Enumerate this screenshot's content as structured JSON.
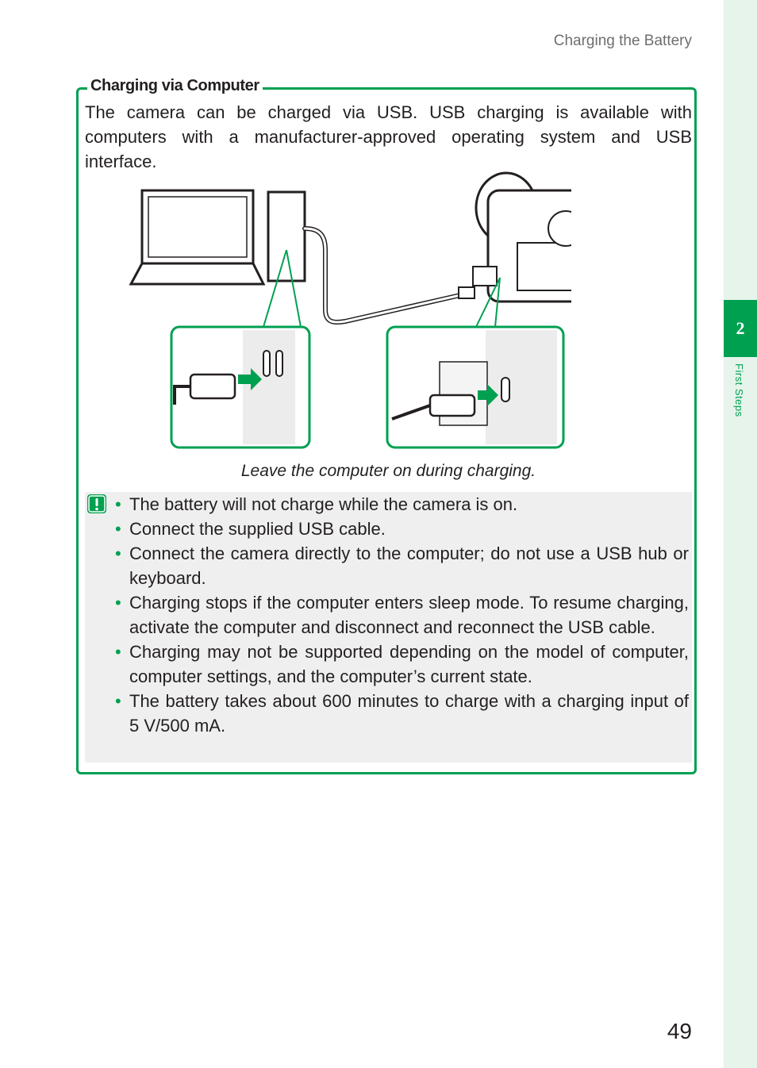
{
  "header": {
    "running_head": "Charging the Battery"
  },
  "chapter": {
    "number": "2",
    "label": "First Steps"
  },
  "section": {
    "title": "Charging via Computer",
    "intro": "The camera can be charged via USB. USB charging is available with computers with a manufacturer-approved operating system and USB interface."
  },
  "figure": {
    "caption": "Leave the computer on during charging."
  },
  "notes": {
    "icon": "caution-icon",
    "items": [
      "The battery will not charge while the camera is on.",
      "Connect the supplied USB cable.",
      "Connect the camera directly to the computer; do not use a USB hub or keyboard.",
      "Charging stops if the computer enters sleep mode. To resume charging, activate the computer and disconnect and reconnect the USB cable.",
      "Charging may not be supported depending on the model of computer, computer settings, and the computer’s current state.",
      "The battery takes about 600 minutes to charge with a charging input of 5 V/500 mA."
    ]
  },
  "footer": {
    "page_number": "49"
  },
  "colors": {
    "accent": "#00a051",
    "note_bg": "#efefef",
    "text": "#231f20"
  }
}
